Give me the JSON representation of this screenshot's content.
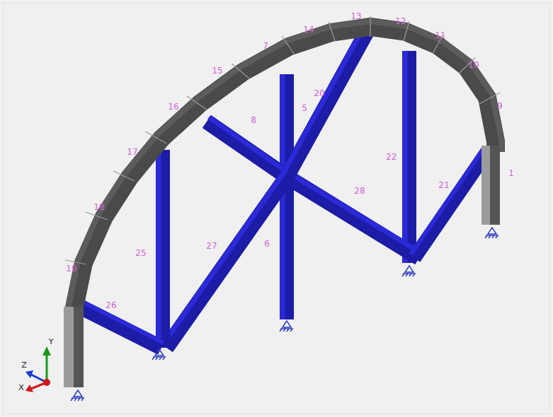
{
  "diagram": {
    "labels": [
      "13",
      "12",
      "14",
      "11",
      "7",
      "10",
      "15",
      "9",
      "16",
      "20",
      "8",
      "5",
      "22",
      "17",
      "28",
      "21",
      "1",
      "18",
      "25",
      "27",
      "6",
      "19",
      "26",
      "Y",
      "Z",
      "X"
    ]
  }
}
